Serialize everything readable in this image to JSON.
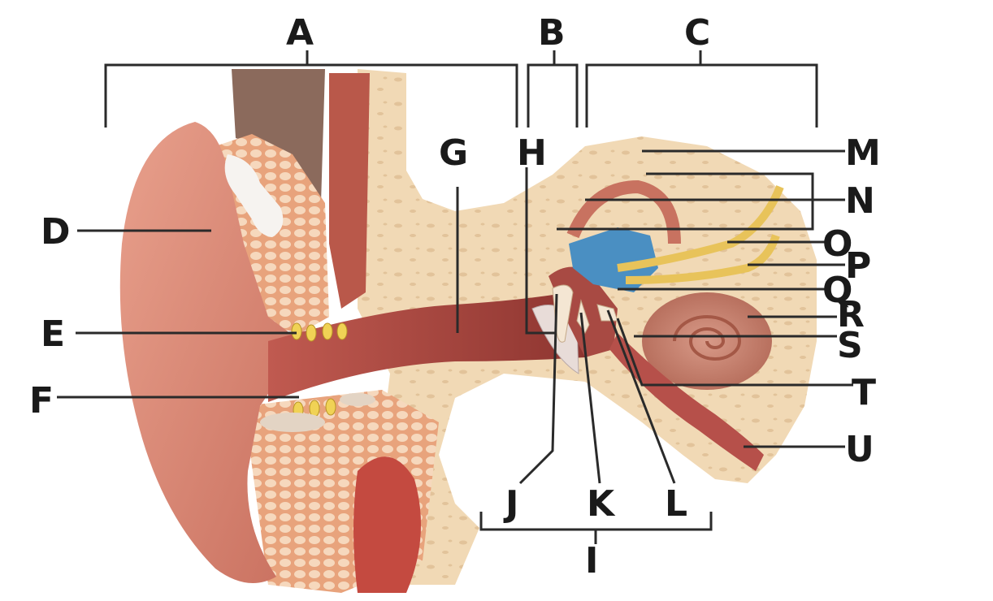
{
  "labels": {
    "A": "A",
    "B": "B",
    "C": "C",
    "D": "D",
    "E": "E",
    "F": "F",
    "G": "G",
    "H": "H",
    "I": "I",
    "J": "J",
    "K": "K",
    "L": "L",
    "M": "M",
    "N": "N",
    "O": "O",
    "P": "P",
    "Q": "Q",
    "R": "R",
    "S": "S",
    "T": "T",
    "U": "U"
  },
  "colors": {
    "skin": "#e5907c",
    "skin_dark": "#c0604f",
    "fat": "#f2c9a4",
    "bone": "#f0d8b4",
    "canal": "#a8413c",
    "nerve": "#e8c35a",
    "vestibule_blue": "#4a8fc2",
    "hair_root": "#f0d255"
  }
}
